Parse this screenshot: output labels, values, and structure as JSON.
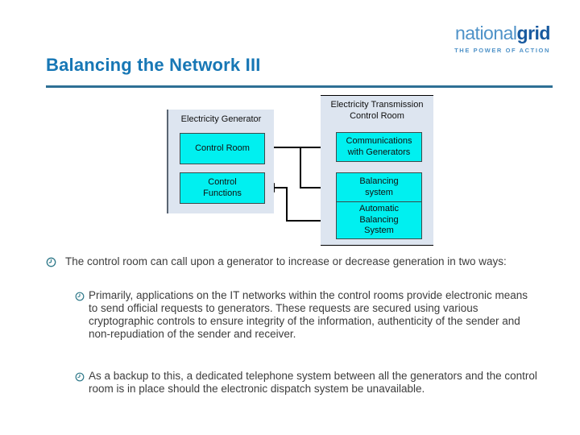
{
  "slide": {
    "title": "Balancing the Network III",
    "logo": {
      "part1": "national",
      "part2": "grid",
      "tagline": "THE POWER OF ACTION"
    },
    "diagram": {
      "left_group": {
        "label": "Electricity Generator",
        "boxes": {
          "control_room": "Control Room",
          "control_functions": [
            "Control",
            "Functions"
          ]
        }
      },
      "right_group": {
        "label": [
          "Electricity Transmission",
          "Control Room"
        ],
        "boxes": {
          "communications": [
            "Communications",
            "with Generators"
          ],
          "balancing_system": [
            "Balancing",
            "system"
          ],
          "automatic_balancing": [
            "Automatic",
            "Balancing",
            "System"
          ]
        }
      }
    },
    "bullets": {
      "main": "The control room can call upon a generator to increase or decrease generation in two ways:",
      "sub1": "Primarily, applications on the IT networks within the control rooms provide electronic means to send official requests to generators. These requests are secured using various cryptographic controls to ensure integrity of the information, authenticity of the sender and non-repudiation of the sender and receiver.",
      "sub2": "As a backup to this, a dedicated telephone system between all the generators and the control room is in place should the electronic dispatch system be unavailable."
    },
    "colors": {
      "title_blue": "#1777b5",
      "rule_blue": "#2e7095",
      "logo_light_blue": "#4e92c8",
      "logo_dark_blue": "#17599f",
      "box_cyan": "#00f0f0",
      "group_fill": "#dde5f0",
      "body_text": "#3c3c3c",
      "bullet_icon_teal": "#2e7889"
    }
  }
}
